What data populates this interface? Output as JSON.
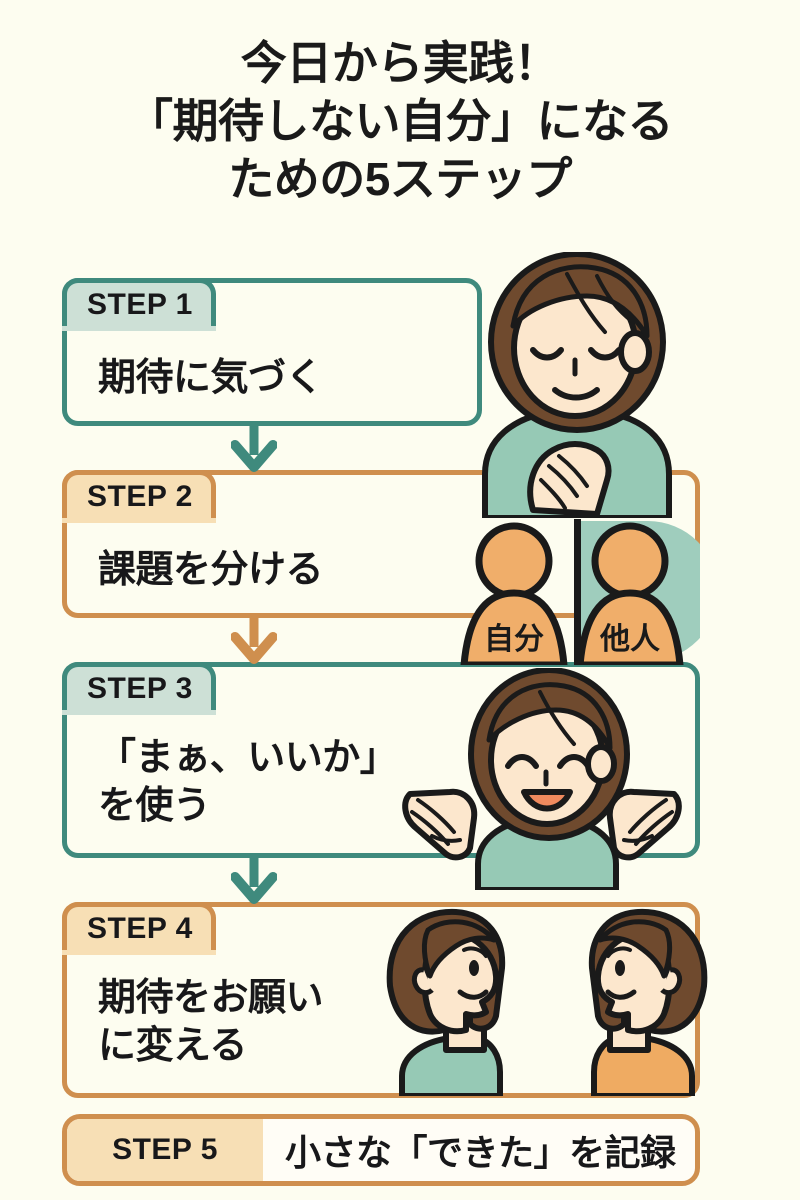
{
  "background_color": "#fdfdf0",
  "theme": {
    "teal_border": "#3f8a7d",
    "teal_fill": "#cde0d6",
    "orange_border": "#cf8f4e",
    "orange_fill": "#f7dfb5",
    "text_color": "#18181a",
    "skin": "#fce7cd",
    "hair": "#6f4a2e",
    "shirt_teal": "#96c9b5",
    "shirt_orange": "#efab62",
    "person_orange": "#f0ae6a"
  },
  "title": {
    "line1": "今日から実践！",
    "line2": "「期待しない自分」になる",
    "line3": "ための5ステップ"
  },
  "steps": [
    {
      "id": "step1",
      "tab_label": "STEP 1",
      "body": "期待に気づく",
      "color": "teal",
      "illustration": "woman-hand-on-chest"
    },
    {
      "id": "step2",
      "tab_label": "STEP 2",
      "body": "課題を分ける",
      "color": "orange",
      "illustration": "two-person-icons-divided"
    },
    {
      "id": "step3",
      "tab_label": "STEP 3",
      "body": "「まぁ、いいか」\nを使う",
      "color": "teal",
      "illustration": "woman-shrugging-smiling"
    },
    {
      "id": "step4",
      "tab_label": "STEP 4",
      "body": "期待をお願い\nに変える",
      "color": "orange",
      "illustration": "two-women-facing-each-other"
    },
    {
      "id": "step5",
      "tab_label": "STEP 5",
      "body": "小さな「できた」を記録",
      "color": "orange",
      "illustration": "none"
    }
  ],
  "person_icons": {
    "self_label": "自分",
    "other_label": "他人"
  },
  "arrows": [
    {
      "name": "arrow-step1-to-step2",
      "color": "#3f8a7d"
    },
    {
      "name": "arrow-step2-to-step3",
      "color": "#cf8f4e"
    },
    {
      "name": "arrow-step3-to-step4",
      "color": "#3f8a7d"
    }
  ]
}
